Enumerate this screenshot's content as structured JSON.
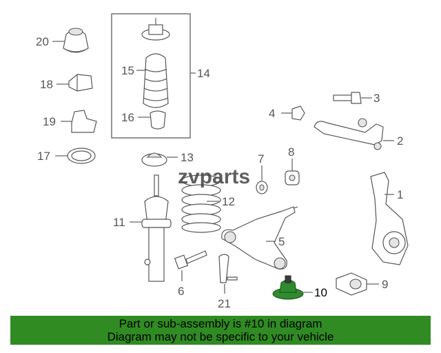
{
  "callouts": {
    "c1": "1",
    "c2": "2",
    "c3": "3",
    "c4": "4",
    "c5": "5",
    "c6": "6",
    "c7": "7",
    "c8": "8",
    "c9": "9",
    "c10": "10",
    "c11": "11",
    "c12": "12",
    "c13": "13",
    "c14": "14",
    "c15": "15",
    "c16": "16",
    "c17": "17",
    "c18": "18",
    "c19": "19",
    "c20": "20",
    "c21": "21"
  },
  "highlighted_part": "10",
  "watermark": "zvparts",
  "banner": {
    "line1": "Part or sub-assembly is #10 in diagram",
    "line2": "Diagram may not be specific to your vehicle",
    "background": "#2f8b22"
  },
  "colors": {
    "highlight": "#2e8b2e",
    "line": "#666666"
  }
}
